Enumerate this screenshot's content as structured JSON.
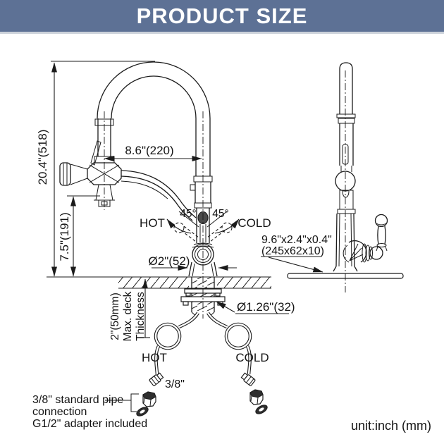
{
  "header": {
    "title": "PRODUCT SIZE"
  },
  "front_view": {
    "height_label": "20.4\"(518)",
    "reach_label": "8.6\"(220)",
    "spray_height_label": "7.5\"(191)",
    "angle_left": "45°",
    "angle_right": "45°",
    "hot_label": "HOT",
    "cold_label": "COLD",
    "base_diameter": "Ø2\"(52)",
    "shank_diameter": "Ø1.26\"(32)",
    "deck_thickness": {
      "line1": "2\"(50mm)",
      "line2": "Max. deck",
      "line3": "Thickness"
    },
    "hose_hot": "HOT",
    "hose_cold": "COLD",
    "hose_size": "3/8\""
  },
  "side_view": {
    "plate_size": {
      "line1": "9.6\"x2.4\"x0.4\"",
      "line2": "(245x62x10)"
    }
  },
  "footnote": {
    "line1": "3/8\" standard pipe",
    "line2": "connection",
    "line3": "G1/2\" adapter included"
  },
  "unit_label": "unit:inch (mm)",
  "colors": {
    "banner": "#5d7195",
    "banner_text": "#ffffff",
    "line": "#1b1b1b"
  }
}
